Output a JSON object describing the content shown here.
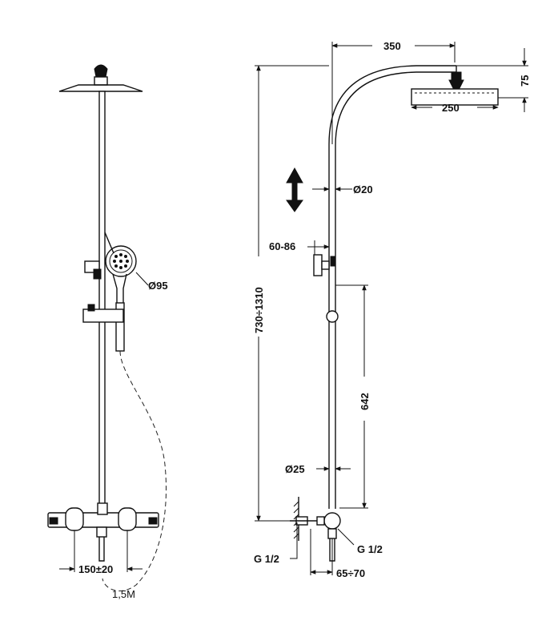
{
  "labels": {
    "hand_shower_dia": "Ø95",
    "inlet_spacing": "150±20",
    "hose_length": "1,5M",
    "arm_reach": "350",
    "head_height": "75",
    "head_dia": "250",
    "pipe_dia_upper": "Ø20",
    "bracket_offset": "60-86",
    "total_height": "730÷1310",
    "slide_travel": "642",
    "pipe_dia_lower": "Ø25",
    "inlet_thread_left": "G 1/2",
    "outlet_thread": "G 1/2",
    "wall_offset": "65÷70"
  }
}
